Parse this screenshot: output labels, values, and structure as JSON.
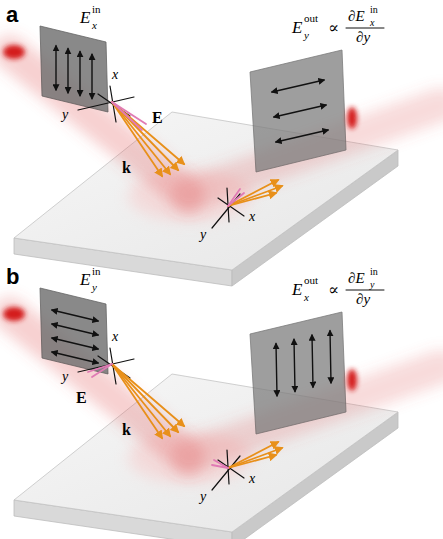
{
  "diagram": {
    "labels": [
      "a",
      "E",
      "x",
      "in",
      "E",
      "y",
      "out",
      "∝",
      "∂E",
      "x",
      "in",
      "∂y",
      "x",
      "y",
      "E",
      "k",
      "y",
      "x",
      "b",
      "E",
      "y",
      "in",
      "E",
      "x",
      "out",
      "∝",
      "∂E",
      "y",
      "in",
      "∂y",
      "x",
      "y",
      "E",
      "k",
      "y",
      "x"
    ]
  }
}
